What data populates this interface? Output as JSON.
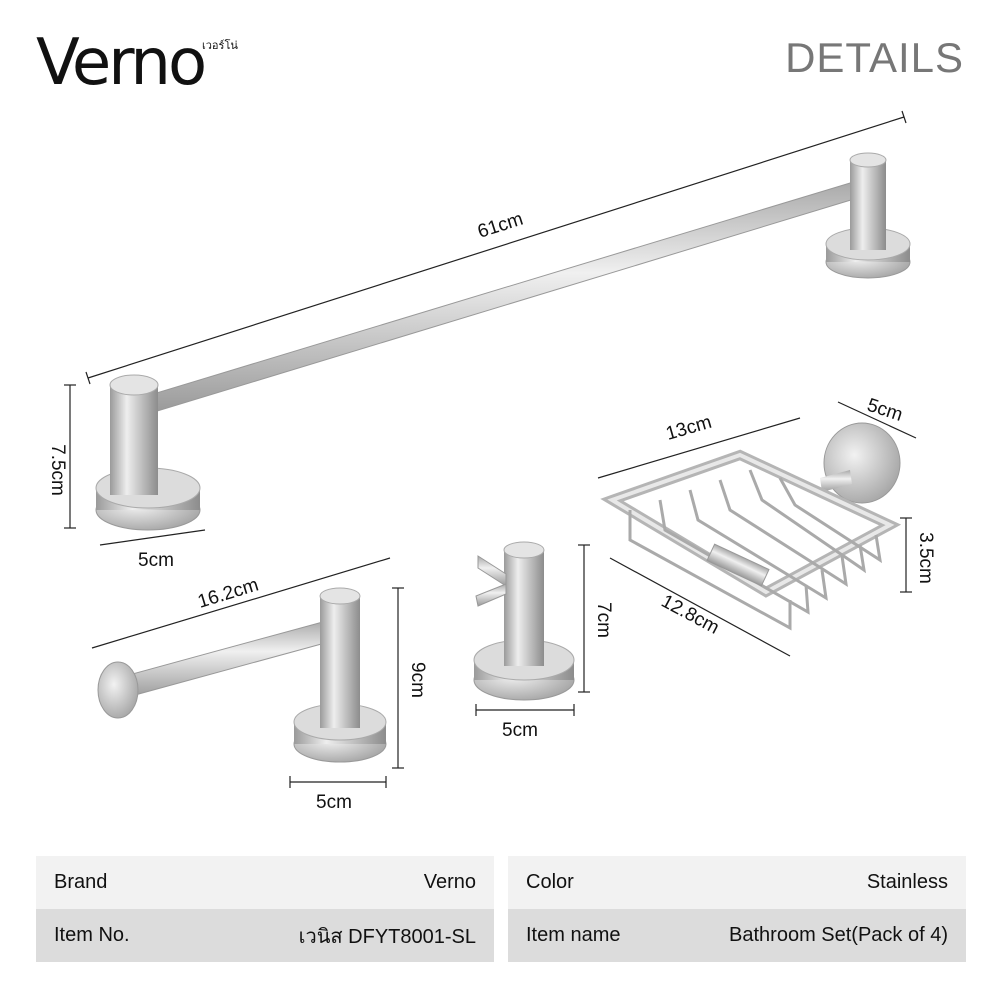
{
  "brand": {
    "logo_text": "Verno",
    "logo_thai": "เวอร์โน่"
  },
  "header": {
    "title": "DETAILS"
  },
  "dimensions": {
    "towel_bar_length": "61cm",
    "towel_bar_height": "7.5cm",
    "towel_bar_base": "5cm",
    "soap_dish_width": "13cm",
    "soap_dish_mount": "5cm",
    "soap_dish_height": "3.5cm",
    "soap_dish_depth": "12.8cm",
    "paper_holder_length": "16.2cm",
    "paper_holder_height": "9cm",
    "paper_holder_base": "5cm",
    "hook_height": "7cm",
    "hook_base": "5cm"
  },
  "specs": {
    "left": [
      {
        "label": "Brand",
        "value": "Verno"
      },
      {
        "label": "Item No.",
        "value": "เวนิส DFYT8001-SL"
      }
    ],
    "right": [
      {
        "label": "Color",
        "value": "Stainless"
      },
      {
        "label": "Item name",
        "value": "Bathroom Set(Pack of 4)"
      }
    ]
  },
  "colors": {
    "steel_light": "#e6e6e6",
    "steel_dark": "#9a9a9a",
    "title_gray": "#777777",
    "row_light": "#f2f2f2",
    "row_dark": "#dcdcdc"
  }
}
